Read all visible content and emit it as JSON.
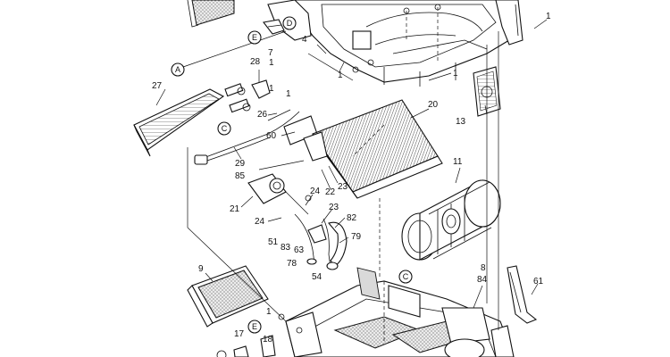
{
  "diagram": {
    "part_labels": {
      "p1a": "1",
      "p1b": "1",
      "p1c": "1",
      "p1d": "1",
      "p1e": "1",
      "p1f": "1",
      "p4": "4",
      "p7": "7",
      "p8": "8",
      "p9": "9",
      "p11": "11",
      "p13": "13",
      "p17": "17",
      "p18": "18",
      "p20": "20",
      "p21": "21",
      "p22": "22",
      "p23a": "23",
      "p23b": "23",
      "p24a": "24",
      "p24b": "24",
      "p26": "26",
      "p27": "27",
      "p28": "28",
      "p29": "29",
      "p51": "51",
      "p54": "54",
      "p60": "60",
      "p61": "61",
      "p63": "63",
      "p78": "78",
      "p79": "79",
      "p82": "82",
      "p83": "83",
      "p84": "84",
      "p85": "85"
    },
    "callouts": {
      "a": "A",
      "c1": "C",
      "c2": "C",
      "d": "D",
      "e1": "E",
      "e2": "E"
    }
  }
}
